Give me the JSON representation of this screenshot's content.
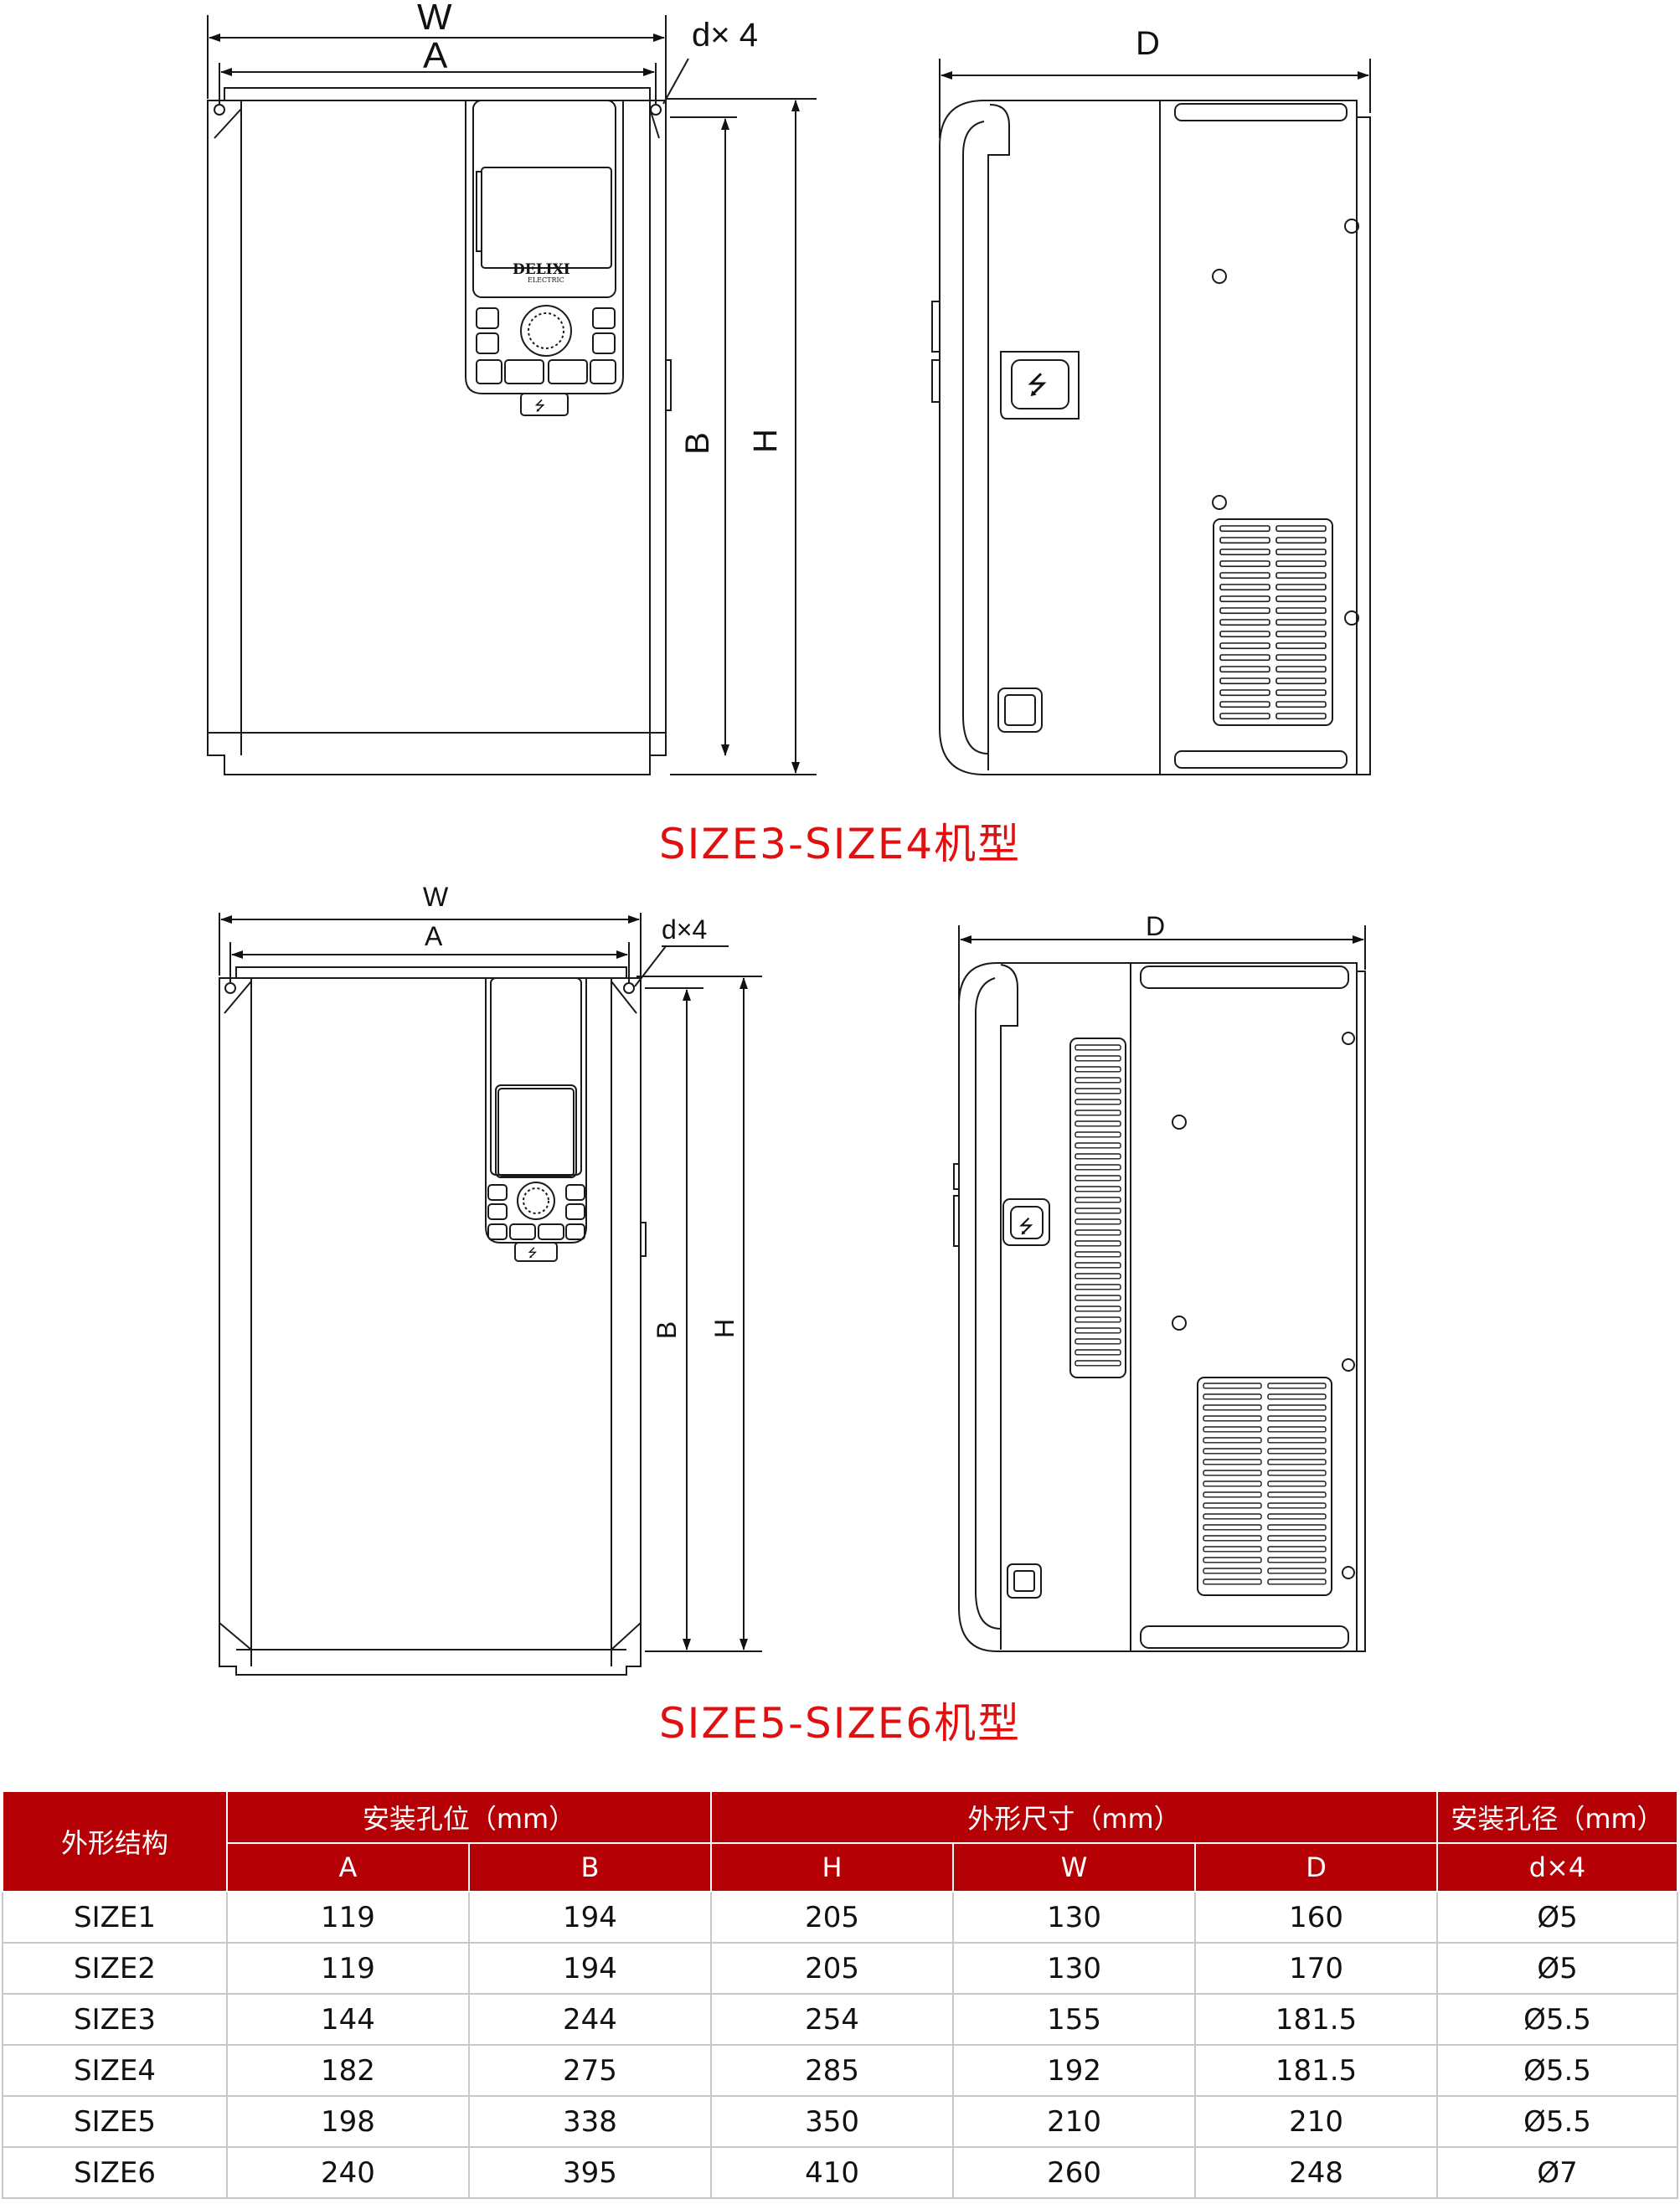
{
  "drawing1": {
    "caption": "SIZE3-SIZE4机型",
    "labels": {
      "W": "W",
      "A": "A",
      "d": "d× 4",
      "B": "B",
      "H": "H",
      "D": "D"
    },
    "logo": {
      "brand": "DELIXI",
      "sub": "ELECTRIC"
    }
  },
  "drawing2": {
    "caption": "SIZE5-SIZE6机型",
    "labels": {
      "W": "W",
      "A": "A",
      "d": "d×4",
      "B": "B",
      "H": "H",
      "D": "D"
    }
  },
  "table": {
    "header_structure": "外形结构",
    "group_mount": "安装孔位（mm）",
    "group_size": "外形尺寸（mm）",
    "group_hole": "安装孔径（mm）",
    "col_A": "A",
    "col_B": "B",
    "col_H": "H",
    "col_W": "W",
    "col_D": "D",
    "col_d": "d×4",
    "rows": [
      [
        "SIZE1",
        "119",
        "194",
        "205",
        "130",
        "160",
        "Ø5"
      ],
      [
        "SIZE2",
        "119",
        "194",
        "205",
        "130",
        "170",
        "Ø5"
      ],
      [
        "SIZE3",
        "144",
        "244",
        "254",
        "155",
        "181.5",
        "Ø5.5"
      ],
      [
        "SIZE4",
        "182",
        "275",
        "285",
        "192",
        "181.5",
        "Ø5.5"
      ],
      [
        "SIZE5",
        "198",
        "338",
        "350",
        "210",
        "210",
        "Ø5.5"
      ],
      [
        "SIZE6",
        "240",
        "395",
        "410",
        "260",
        "248",
        "Ø7"
      ]
    ]
  },
  "colors": {
    "caption": "#e01010",
    "header_bg": "#b50006",
    "line": "#1a1a1a"
  }
}
